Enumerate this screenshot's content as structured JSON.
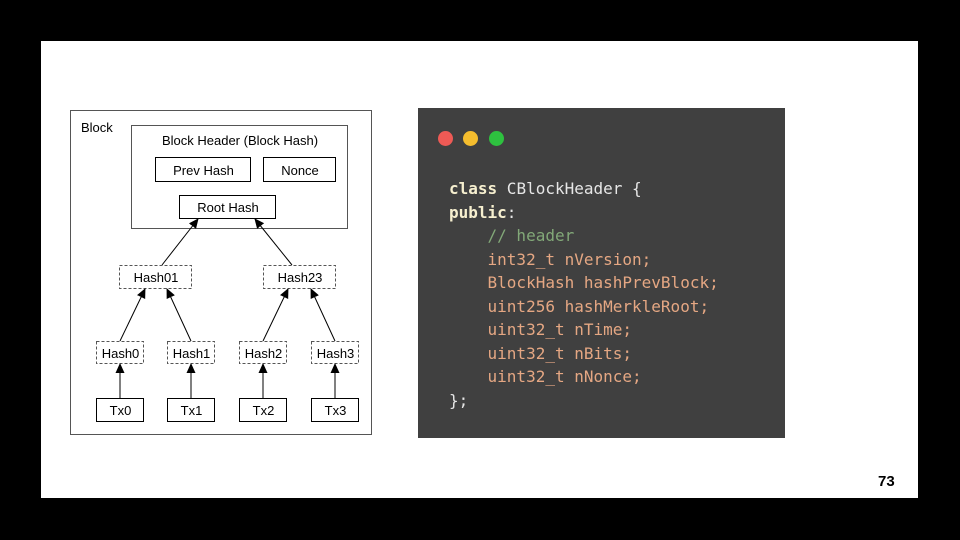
{
  "diagram": {
    "block_label": "Block",
    "block_header_label": "Block Header (Block Hash)",
    "prev_hash": "Prev Hash",
    "nonce": "Nonce",
    "root_hash": "Root Hash",
    "hash01": "Hash01",
    "hash23": "Hash23",
    "hash0": "Hash0",
    "hash1": "Hash1",
    "hash2": "Hash2",
    "hash3": "Hash3",
    "tx0": "Tx0",
    "tx1": "Tx1",
    "tx2": "Tx2",
    "tx3": "Tx3"
  },
  "code_window": {
    "dot_colors": [
      "#ee5a55",
      "#f5bd2e",
      "#2ec13f"
    ],
    "class_kw": "class",
    "class_name": " CBlockHeader {",
    "public_kw": "public",
    "public_colon": ":",
    "indent": "    ",
    "comment": "// header",
    "fields": [
      "int32_t nVersion;",
      "BlockHash hashPrevBlock;",
      "uint256 hashMerkleRoot;",
      "uint32_t nTime;",
      "uint32_t nBits;",
      "uint32_t nNonce;"
    ],
    "closing": "};"
  },
  "page_number": "73"
}
